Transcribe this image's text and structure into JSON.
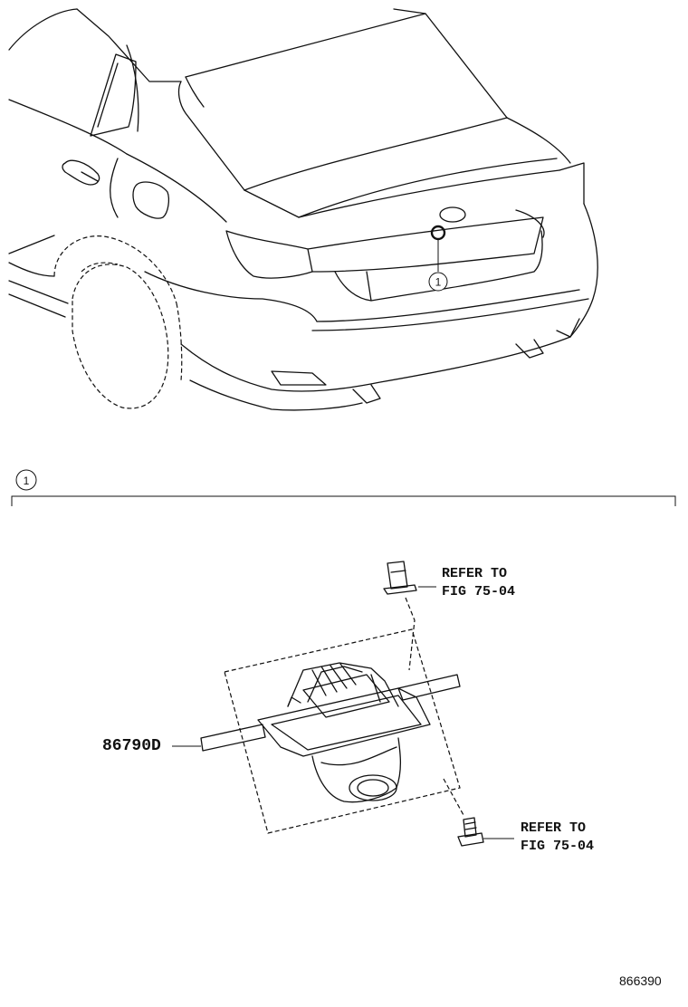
{
  "callout": {
    "number": "1"
  },
  "section": {
    "number": "1"
  },
  "parts": {
    "camera_part_number": "86790D",
    "refer_top_line1": "REFER TO",
    "refer_top_line2": "FIG 75-04",
    "refer_bottom_line1": "REFER TO",
    "refer_bottom_line2": "FIG 75-04"
  },
  "illustration_id": "866390"
}
